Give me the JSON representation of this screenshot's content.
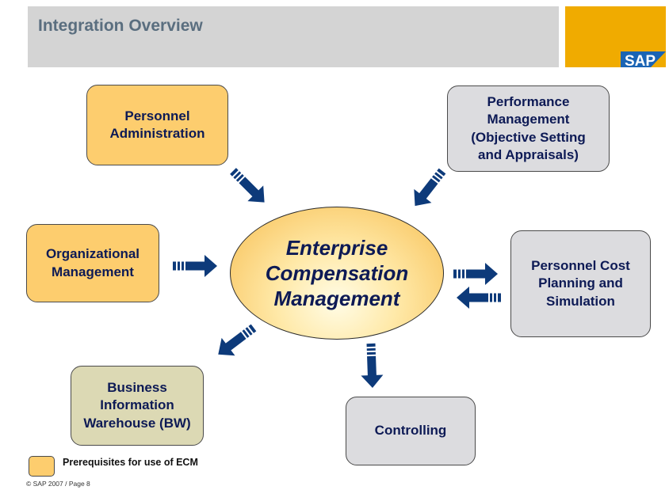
{
  "header": {
    "title": "Integration Overview"
  },
  "logo": {
    "text": "SAP"
  },
  "center": {
    "label": "Enterprise\nCompensation\nManagement"
  },
  "nodes": {
    "personnel_admin": "Personnel\nAdministration",
    "performance_mgmt": "Performance\nManagement\n(Objective Setting\nand Appraisals)",
    "org_mgmt": "Organizational\nManagement",
    "personnel_cost": "Personnel Cost\nPlanning and\nSimulation",
    "bw": "Business\nInformation\nWarehouse (BW)",
    "controlling": "Controlling"
  },
  "legend": {
    "label": "Prerequisites for use of ECM"
  },
  "footer": {
    "text": "© SAP 2007 / Page 8"
  },
  "colors": {
    "prerequisite": "#fdcd6e",
    "other_system": "#dcdcdf",
    "bw": "#dcd9b4",
    "arrow": "#0d3a7a",
    "brand": "#f0ab00"
  }
}
